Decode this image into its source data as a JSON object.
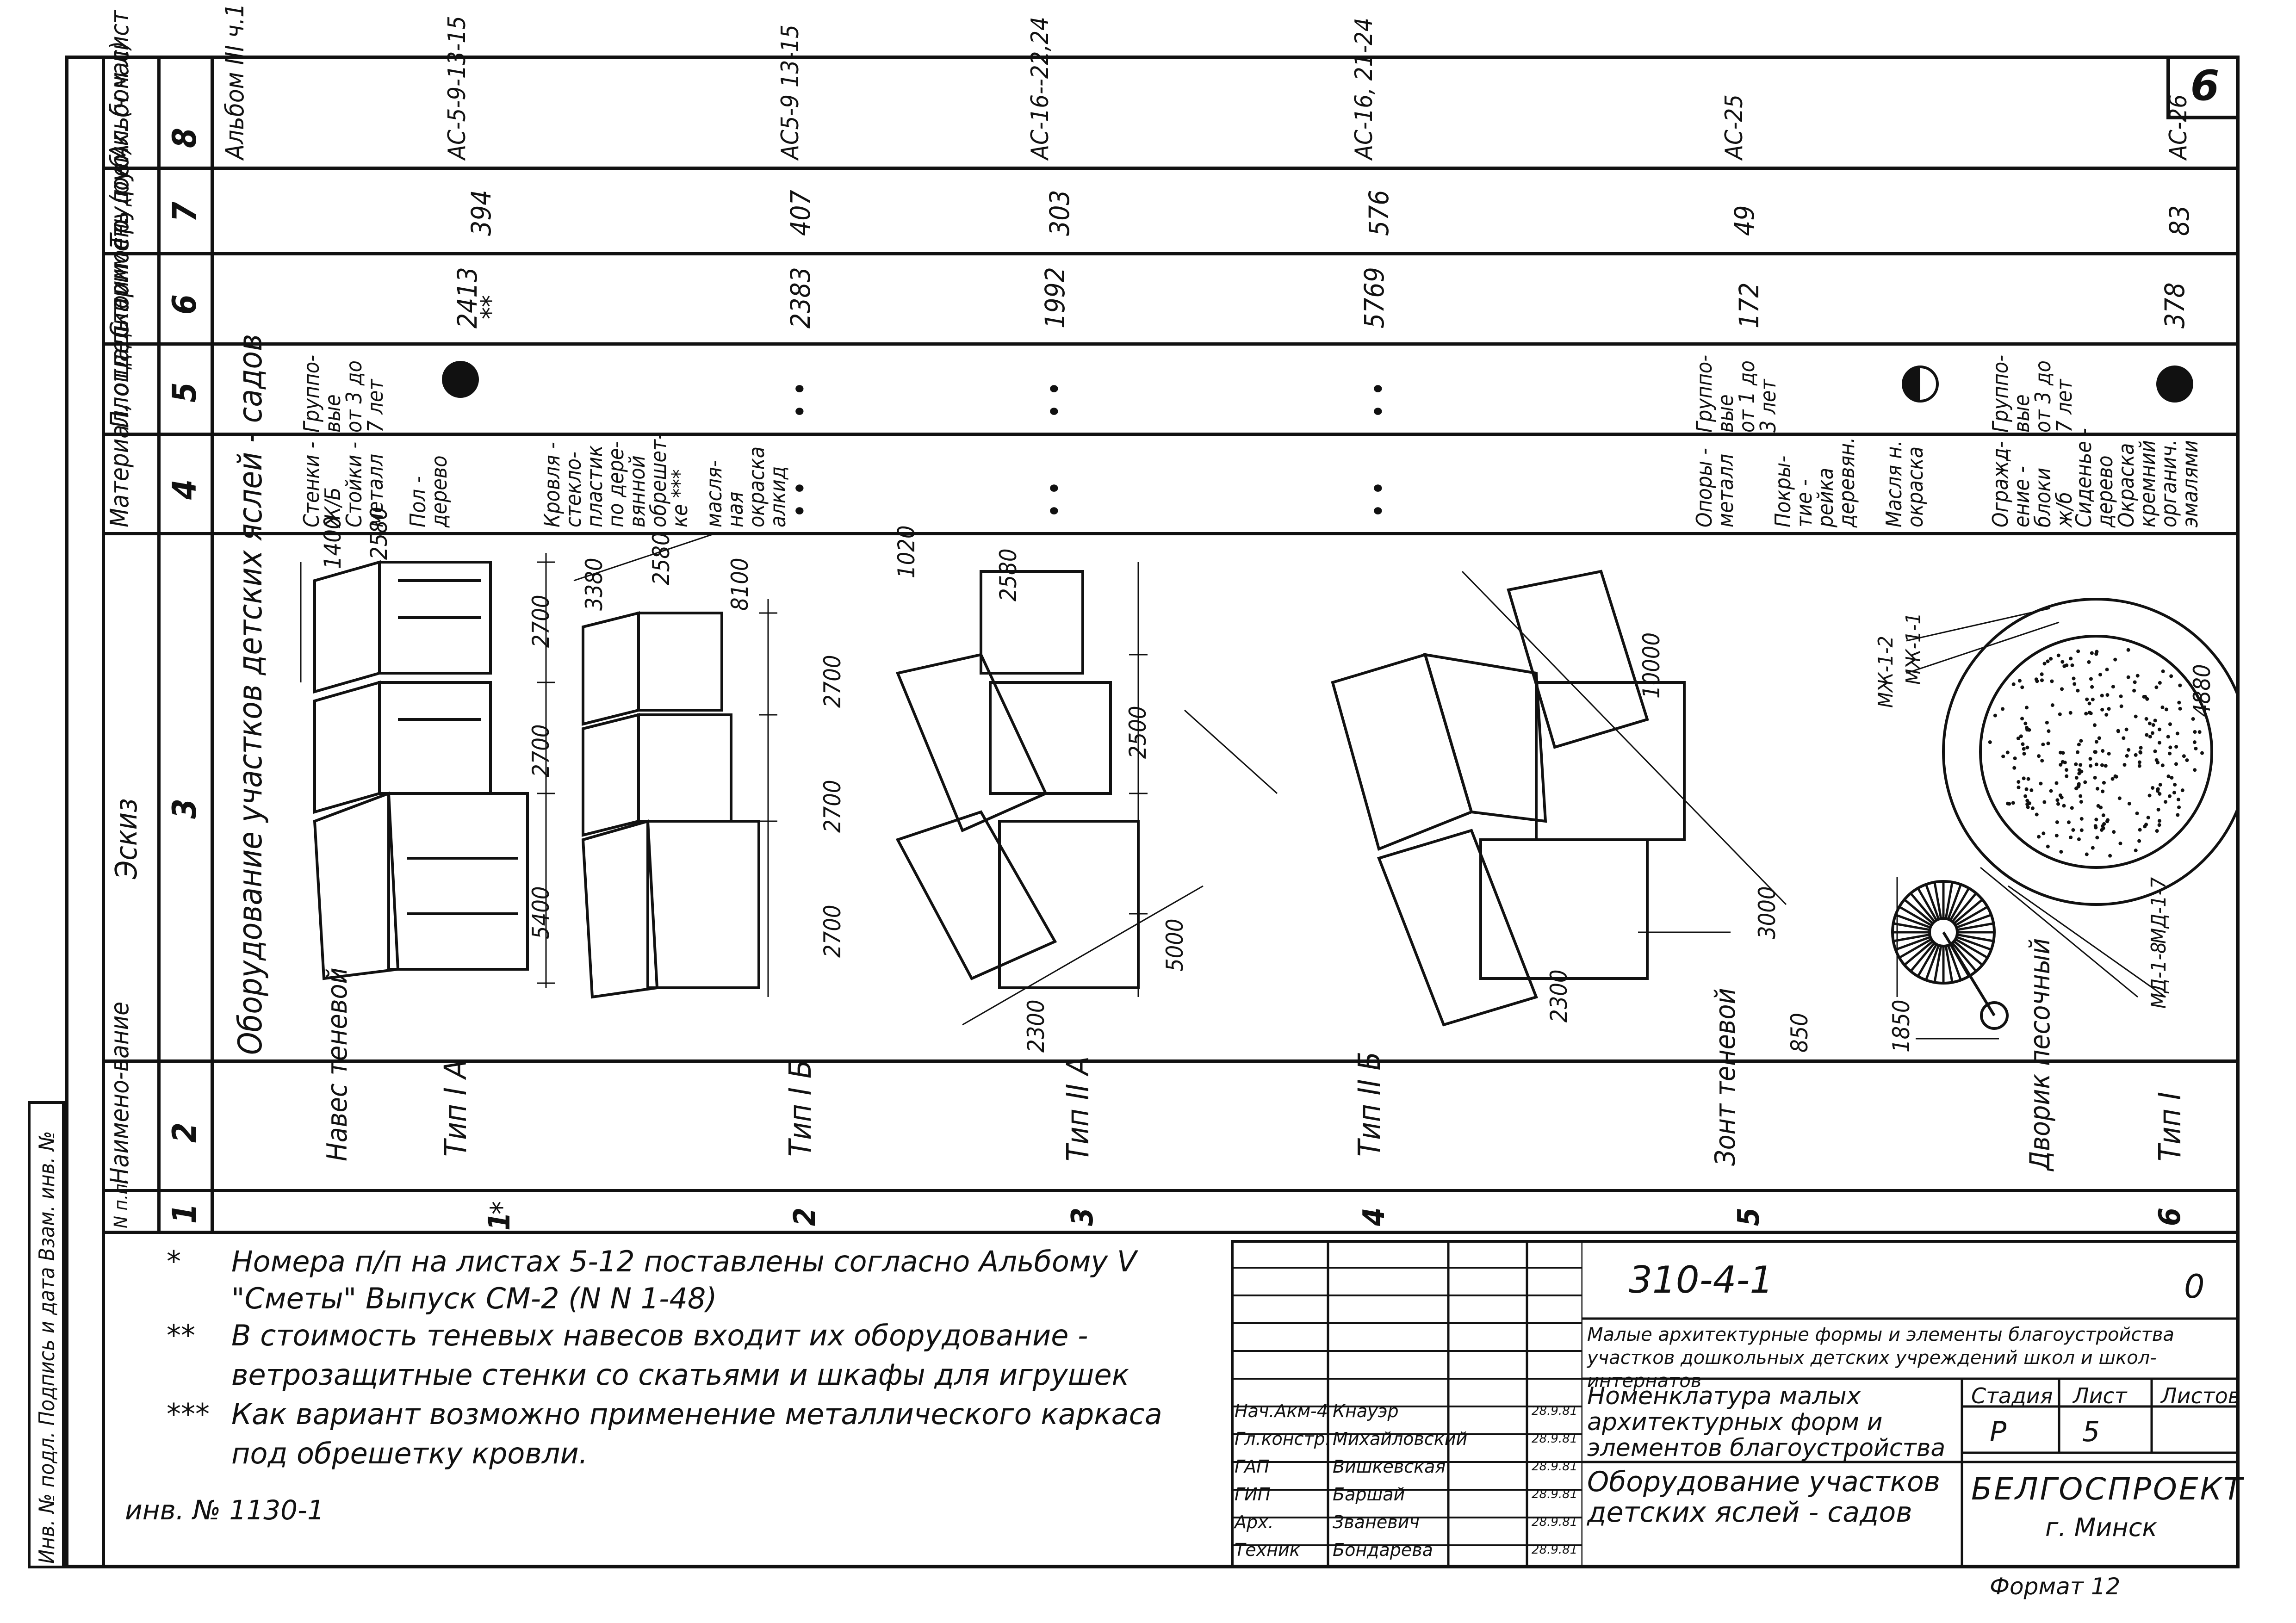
{
  "sheet_corner_no": "6",
  "columns": [
    {
      "no": "1",
      "header": "N п.п."
    },
    {
      "no": "2",
      "header": "Наимено-вание"
    },
    {
      "no": "3",
      "header": "Эскиз"
    },
    {
      "no": "4",
      "header": "Материал, отделка"
    },
    {
      "no": "5",
      "header": "Площадь примен."
    },
    {
      "no": "6",
      "header": "Стоимость (руб)"
    },
    {
      "no": "7",
      "header": "Трудоемк. (ч.час)"
    },
    {
      "no": "8",
      "header": "Альбом лист"
    }
  ],
  "section_title": "Оборудование участков детских яслей - садов",
  "album_ref": "Альбом III ч.1",
  "material_block_1": [
    "Стенки -",
    "Ж/Б",
    "Стойки -",
    "металл",
    "Пол -",
    "дерево",
    "Кровля -",
    "стекло-",
    "пластик",
    "по дере-",
    "вянной",
    "обрешет-",
    "ке ***",
    "масля-",
    "ная",
    "окраска",
    "алкид"
  ],
  "area_block_1": [
    "Группо-",
    "вые",
    "от 3 до",
    "7 лет"
  ],
  "material_block_2": [
    "Опоры -",
    "металл",
    "Покры-",
    "тие -",
    "рейка",
    "деревян.",
    "Масля н.",
    "окраска"
  ],
  "area_block_2": [
    "Группо-",
    "вые",
    "от 1 до",
    "3 лет"
  ],
  "material_block_3": [
    "Огражд-",
    "ение -",
    "блоки",
    "ж/б",
    "Сиденье -",
    "дерево",
    "Окраска",
    "кремний",
    "органич.",
    "эмалями"
  ],
  "area_block_3": [
    "Группо-",
    "вые",
    "от 3 до",
    "7 лет"
  ],
  "rows": [
    {
      "no": "1",
      "star": "*",
      "name": "Навес теневой",
      "type": "Тип I А",
      "material": "",
      "area": "",
      "cost": "2413",
      "cost_note": "**",
      "labor": "394",
      "sheet": "АС-5-9-13-15"
    },
    {
      "no": "2",
      "name": "",
      "type": "Тип I Б",
      "material": "• •",
      "area": "• •",
      "cost": "2383",
      "labor": "407",
      "sheet": "АС5-9 13-15"
    },
    {
      "no": "3",
      "name": "",
      "type": "Тип II А",
      "material": "• •",
      "area": "• •",
      "cost": "1992",
      "labor": "303",
      "sheet": "АС-16--22,24"
    },
    {
      "no": "4",
      "name": "",
      "type": "Тип II Б",
      "material": "• •",
      "area": "• •",
      "cost": "5769",
      "labor": "576",
      "sheet": "АС-16, 21-24"
    },
    {
      "no": "5",
      "name": "Зонт теневой",
      "type": "",
      "cost": "172",
      "labor": "49",
      "sheet": "АС-25"
    },
    {
      "no": "6",
      "name": "Дворик песочный",
      "type": "Тип I",
      "cost": "378",
      "labor": "83",
      "sheet": "АС-26"
    }
  ],
  "dims": {
    "d1400": "1400",
    "d2580a": "2580",
    "d2700a": "2700",
    "d2700b": "2700",
    "d5400": "5400",
    "d3380": "3380",
    "d2580b": "2580",
    "d8100": "8100",
    "d1020": "1020",
    "d2580c": "2580",
    "d2700c": "2700",
    "d2700d": "2700",
    "d2700e": "2700",
    "d2500": "2500",
    "d5000": "5000",
    "d2300a": "2300",
    "d10000": "10000",
    "d2300b": "2300",
    "d3000": "3000",
    "d1850": "1850",
    "d850": "850",
    "d4880": "4880",
    "mk12": "МЖ-1-2",
    "mk11": "МЖ-1-1",
    "md17": "МД-1-7",
    "md18": "МД-1-8"
  },
  "notes": [
    {
      "mark": "*",
      "text": "Номера п/п на листах 5-12 поставлены согласно Альбому V"
    },
    {
      "mark": "",
      "text": "\"Сметы\" Выпуск СМ-2 (N N 1-48)"
    },
    {
      "mark": "**",
      "text": "В стоимость теневых навесов входит их оборудование -"
    },
    {
      "mark": "",
      "text": "ветрозащитные стенки со скатьями и шкафы для игрушек"
    },
    {
      "mark": "***",
      "text": "Как вариант возможно применение металлического каркаса"
    },
    {
      "mark": "",
      "text": "под обрешетку кровли."
    }
  ],
  "inv_no": "инв. № 1130-1",
  "left_strip": "Инв. № подл.  Подпись и дата  Взам. инв. №",
  "title_block": {
    "code": "310-4-1",
    "code_suffix": "0",
    "project": "Малые архитектурные формы и элементы благоустройства участков дошкольных детских учреждений школ и школ-интернатов",
    "sheet_title": "Номенклатура малых архитектурных форм и элементов благоустройства",
    "drawing_title": "Оборудование участков детских яслей - садов",
    "stage_label": "Стадия",
    "sheet_label": "Лист",
    "sheets_label": "Листов",
    "stage": "Р",
    "sheet": "5",
    "sheets": "",
    "org": "БЕЛГОСПРОЕКТ",
    "city": "г. Минск",
    "format": "Формат 12",
    "signers": [
      {
        "role": "Нач.Акм-4",
        "name": "Кнауэр",
        "date": "28.9.81"
      },
      {
        "role": "Гл.констр.",
        "name": "Михайловский",
        "date": "28.9.81"
      },
      {
        "role": "ГАП",
        "name": "Вишкевская",
        "date": "28.9.81"
      },
      {
        "role": "ГИП",
        "name": "Баршай",
        "date": "28.9.81"
      },
      {
        "role": "Арх.",
        "name": "Званевич",
        "date": "28.9.81"
      },
      {
        "role": "Техник",
        "name": "Бондарева",
        "date": "28.9.81"
      }
    ]
  }
}
